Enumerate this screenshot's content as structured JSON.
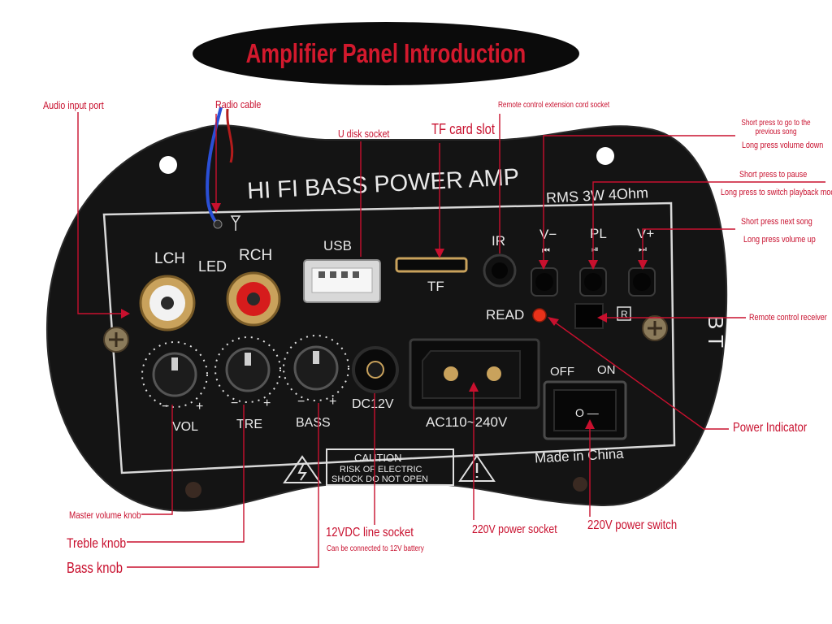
{
  "title": "Amplifier Panel Introduction",
  "panel": {
    "brand": "HI FI BASS POWER AMP",
    "rms": "RMS 3W 4Ohm",
    "lch": "LCH",
    "led": "LED",
    "rch": "RCH",
    "usb": "USB",
    "tf": "TF",
    "ir": "IR",
    "v_minus": "V−",
    "pl": "PL",
    "v_plus": "V+",
    "read": "READ",
    "bt": "B T",
    "r_mark": "R",
    "vol_label": "VOL",
    "tre_label": "TRE",
    "bass_label": "BASS",
    "minus": "−",
    "plus": "+",
    "dc12v": "DC12V",
    "ac_range": "AC110~240V",
    "off": "OFF",
    "on": "ON",
    "switch_mark": "O —",
    "made_in": "Made in China",
    "caution_title": "CAUTION",
    "caution_line1": "RISK OF ELECTRIC",
    "caution_line2": "SHOCK DO NOT OPEN",
    "warning_glyph": "ϟ"
  },
  "callouts": {
    "audio_input": "Audio input port",
    "radio_cable": "Radio cable",
    "u_disk": "U disk socket",
    "tf_slot": "TF card slot",
    "remote_ext": "Remote control extension cord socket",
    "prev_short": "Short press to go to the previous song",
    "prev_long": "Long press volume down",
    "pause_short": "Short press to pause",
    "pause_long": "Long press to switch playback mode",
    "next_short": "Short press next song",
    "next_long": "Long press volume up",
    "remote_receiver": "Remote control receiver",
    "power_indicator": "Power Indicator",
    "master_volume": "Master volume knob",
    "treble": "Treble knob",
    "bass": "Bass knob",
    "dc_socket": "12VDC line socket",
    "dc_note": "Can be connected to 12V battery",
    "power_socket": "220V power socket",
    "power_switch": "220V power switch"
  },
  "colors": {
    "accent_red": "#c8102e",
    "banner_black": "#0b0b0b",
    "panel_black": "#141414"
  }
}
